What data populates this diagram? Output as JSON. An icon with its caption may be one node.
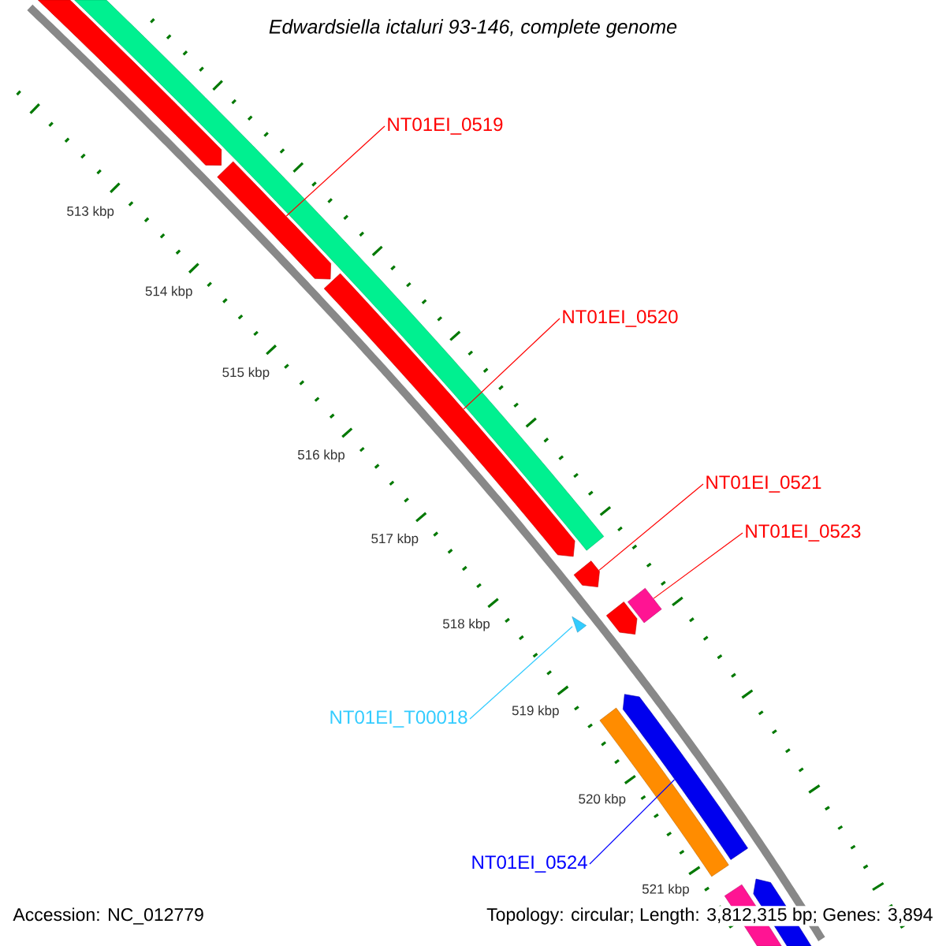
{
  "diagram": {
    "title": "Edwardsiella ictaluri 93-146, complete genome",
    "nodes": [
      {
        "text": [
          "NT01EI_0519"
        ]
      },
      {
        "text": [],
        "shape": "bar"
      },
      {
        "text": [
          "NT01EI_0520"
        ]
      },
      {
        "text": [],
        "shape": "bar"
      },
      {
        "text": [
          "NT01EI_0521"
        ]
      },
      {
        "text": [],
        "shape": "bar"
      },
      {
        "text": [
          "NT01EI_0523"
        ]
      },
      {
        "text": [],
        "shape": "box"
      },
      {
        "text": [
          "NT01EI_T00018"
        ]
      },
      {
        "text": [],
        "shape": "triangle"
      },
      {
        "text": [
          "NT01EI_0524"
        ]
      },
      {
        "text": [],
        "shape": "bar"
      },
      {
        "text": [],
        "shape": "bar"
      },
      {
        "text": [],
        "shape": "bar"
      },
      {
        "text": [],
        "shape": "bar"
      },
      {
        "text": [],
        "shape": "bar"
      },
      {
        "text": [],
        "shape": "bar"
      },
      {
        "text": [],
        "shape": "bar"
      }
    ],
    "edges": [
      {
        "from": 0,
        "to": 1,
        "arrow": "none"
      },
      {
        "from": 2,
        "to": 3,
        "arrow": "none"
      },
      {
        "from": 4,
        "to": 5,
        "arrow": "none"
      },
      {
        "from": 6,
        "to": 7,
        "arrow": "none"
      },
      {
        "from": 8,
        "to": 9,
        "arrow": "none",
        "color": "#33ccff"
      },
      {
        "from": 10,
        "to": 11,
        "arrow": "none",
        "color": "#0000ff"
      }
    ],
    "labels": [
      "513 kbp",
      "514 kbp",
      "515 kbp",
      "516 kbp",
      "517 kbp",
      "518 kbp",
      "519 kbp",
      "520 kbp",
      "521 kbp",
      "Accession: NC_012779",
      "Topology: circular; Length: 3,812,315 bp; Genes: 3,894"
    ]
  }
}
